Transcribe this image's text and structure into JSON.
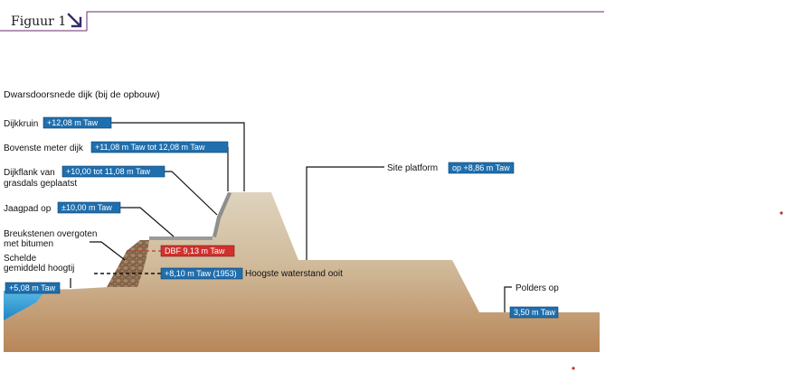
{
  "figure": {
    "label": "Figuur 1",
    "title": "Dwarsdoorsnede dijk (bij de opbouw)"
  },
  "labels": {
    "dijkkruin": {
      "text": "Dijkkruin",
      "tag": "+12,08 m Taw"
    },
    "bovenste": {
      "text": "Bovenste meter dijk",
      "tag": "+11,08 m Taw tot 12,08 m Taw"
    },
    "dijkflank": {
      "line1": "Dijkflank van",
      "line2": "grasdals geplaatst",
      "tag": "+10,00 tot 11,08 m Taw"
    },
    "jaagpad": {
      "text": "Jaagpad op",
      "tag": "±10,00 m Taw"
    },
    "breukstenen": {
      "line1": "Breukstenen overgoten",
      "line2": "met bitumen"
    },
    "schelde": {
      "line1": "Schelde",
      "line2": "gemiddeld hoogtij",
      "tag": "+5,08 m Taw"
    },
    "dbf": {
      "tag": "DBF 9,13 m Taw"
    },
    "hoogste": {
      "tag": "+8,10 m Taw (1953)",
      "text": "Hoogste waterstand ooit"
    },
    "site": {
      "text": "Site platform",
      "tag": "op +8,86 m Taw"
    },
    "polders": {
      "text": "Polders op",
      "tag": "3,50 m Taw"
    }
  },
  "colors": {
    "tag_blue": "#1f6fae",
    "tag_red": "#d0312d",
    "water": "#3aa3d8",
    "soil_top": "#d6c8b0",
    "soil_bottom": "#b98a5c",
    "accent_purple": "#6b2a6e"
  }
}
